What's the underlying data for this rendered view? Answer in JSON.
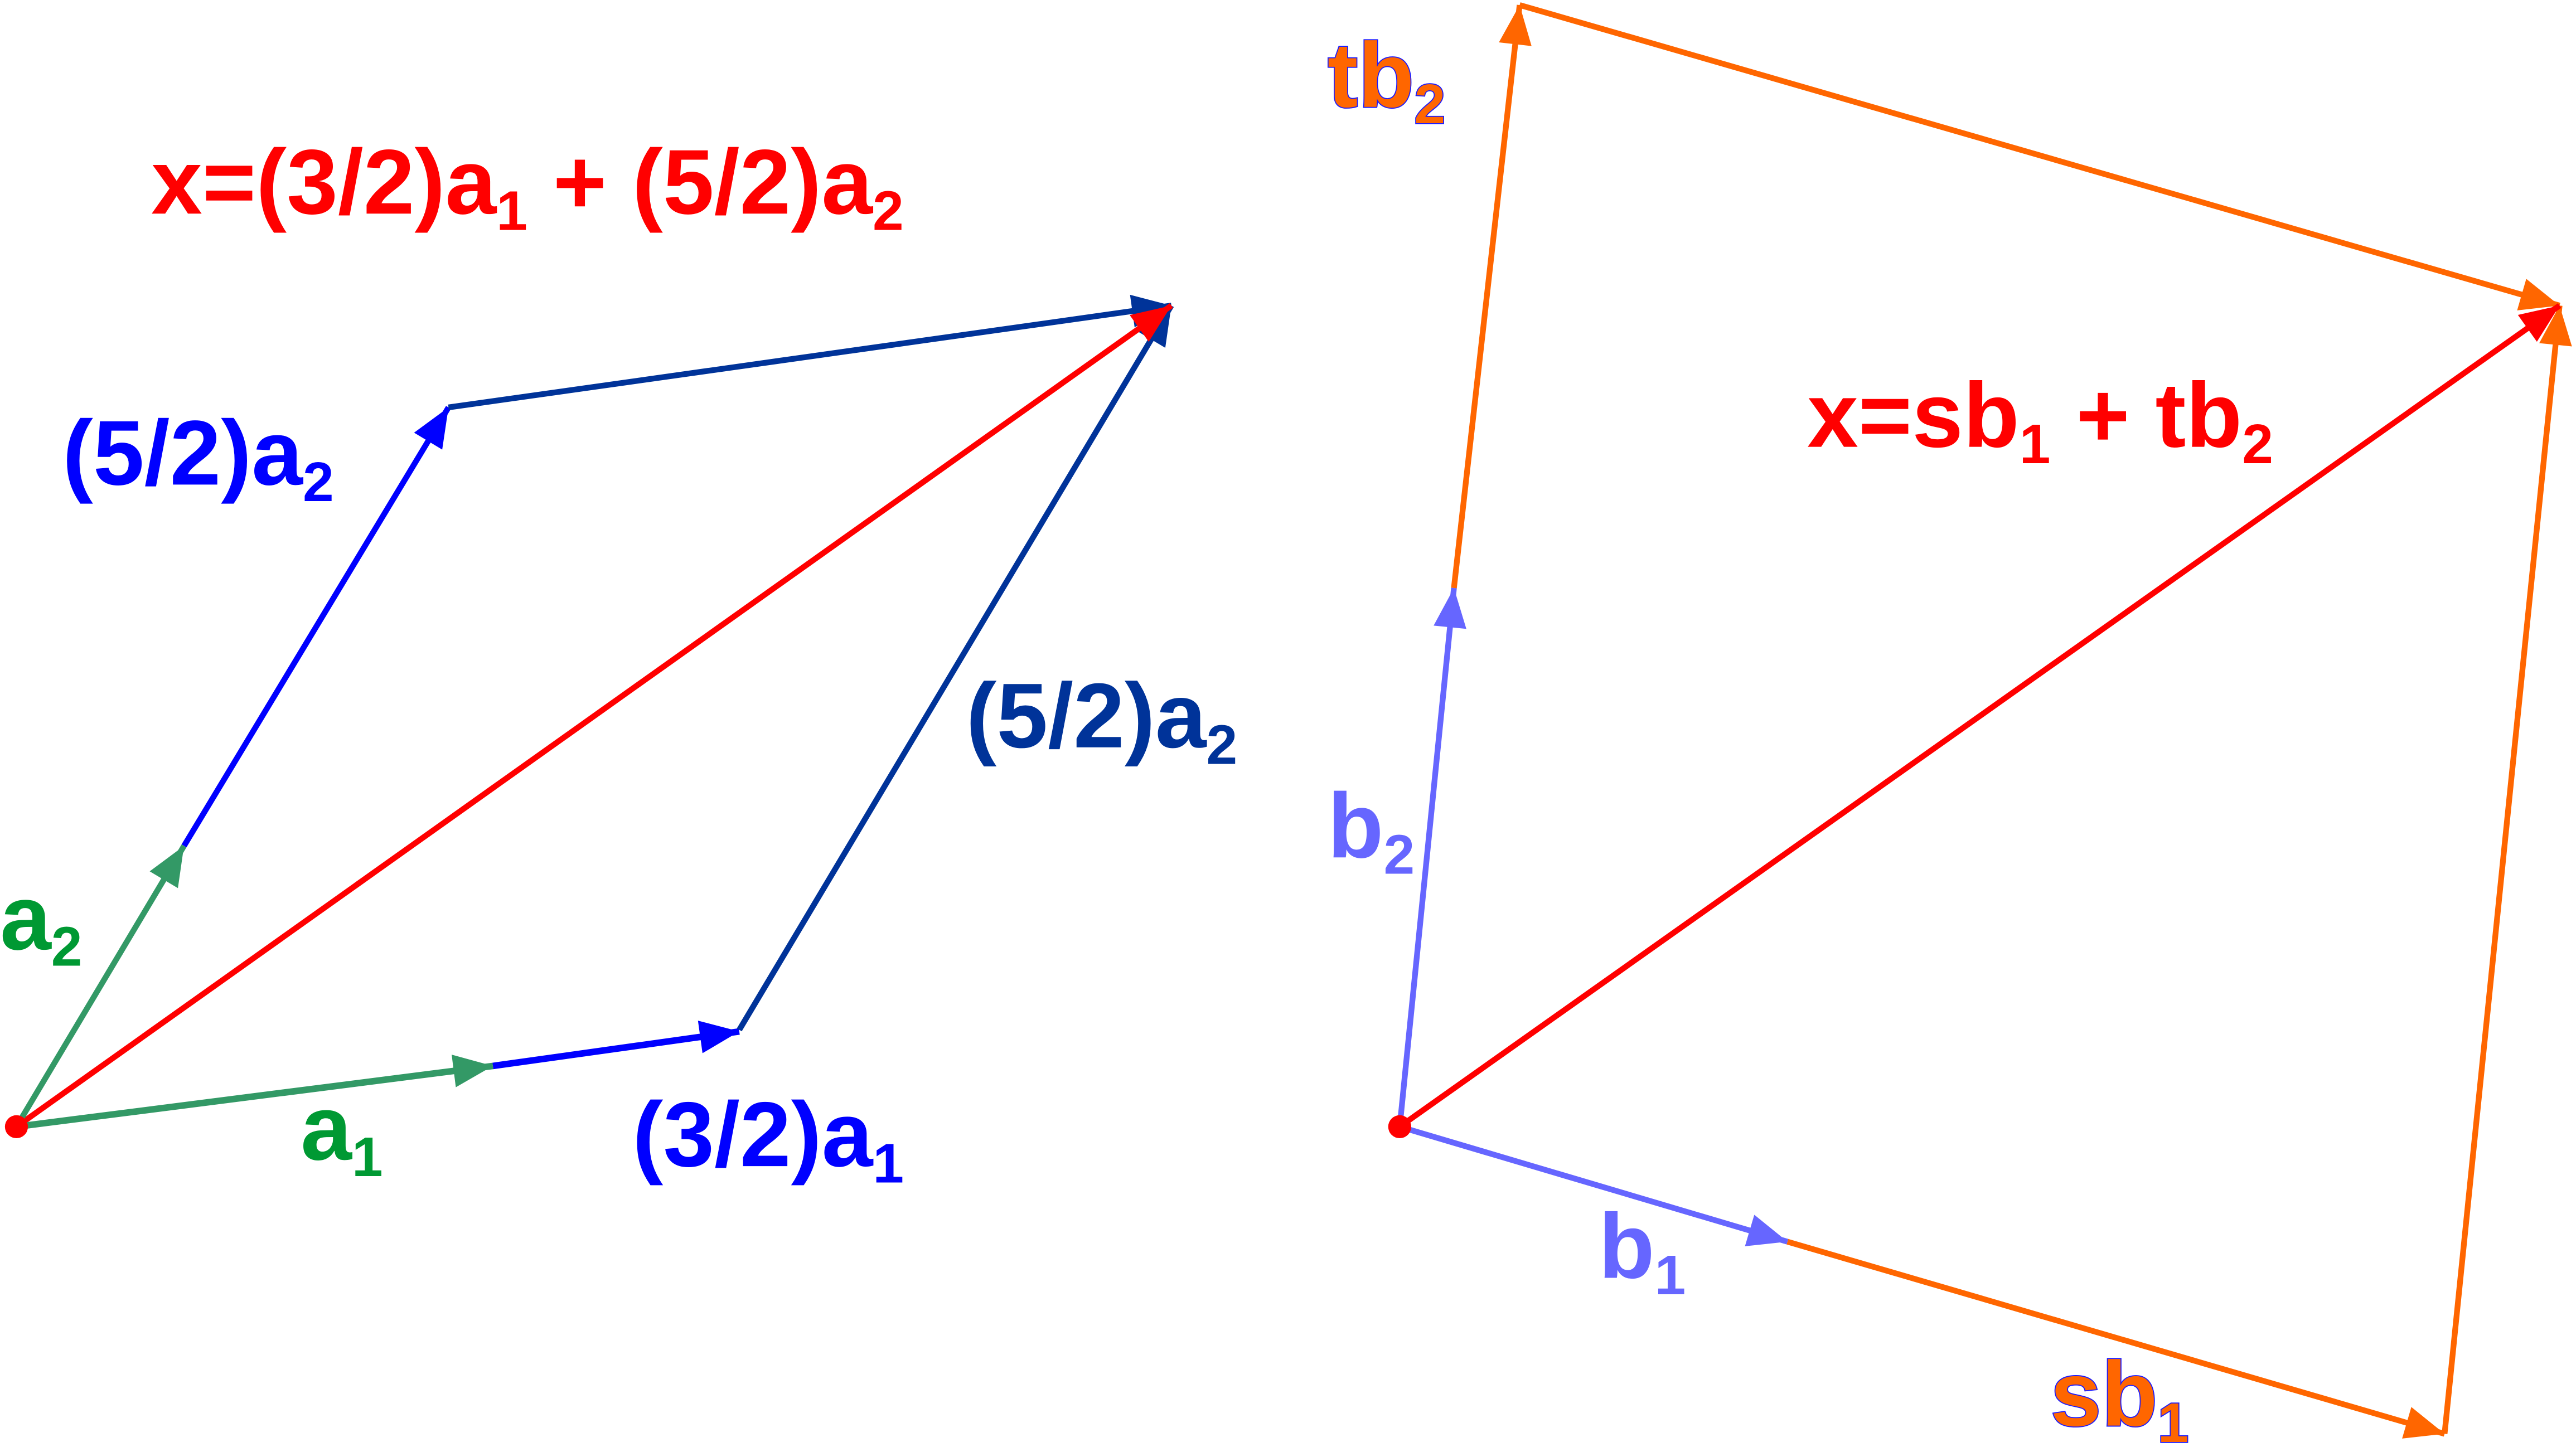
{
  "colors": {
    "red": "#ff0000",
    "green_vec": "#339966",
    "green_text": "#009933",
    "blue": "#0000ff",
    "dark_blue": "#003399",
    "light_blue": "#6666ff",
    "orange": "#ff6600"
  },
  "left": {
    "formula": {
      "x": "x=(3/2)a",
      "s1": "1",
      "plus": " + (5/2)a",
      "s2": "2"
    },
    "a2": {
      "main": "a",
      "sub": "2"
    },
    "a1": {
      "main": "a",
      "sub": "1"
    },
    "scaled_a2_left": {
      "main": "(5/2)a",
      "sub": "2"
    },
    "scaled_a1": {
      "main": "(3/2)a",
      "sub": "1"
    },
    "scaled_a2_right": {
      "main": "(5/2)a",
      "sub": "2"
    }
  },
  "right": {
    "formula": {
      "x": "x=sb",
      "s1": "1",
      "plus": " + tb",
      "s2": "2"
    },
    "tb2": {
      "main": "tb",
      "sub": "2"
    },
    "b2": {
      "main": "b",
      "sub": "2"
    },
    "b1": {
      "main": "b",
      "sub": "1"
    },
    "sb1": {
      "main": "sb",
      "sub": "1"
    }
  }
}
